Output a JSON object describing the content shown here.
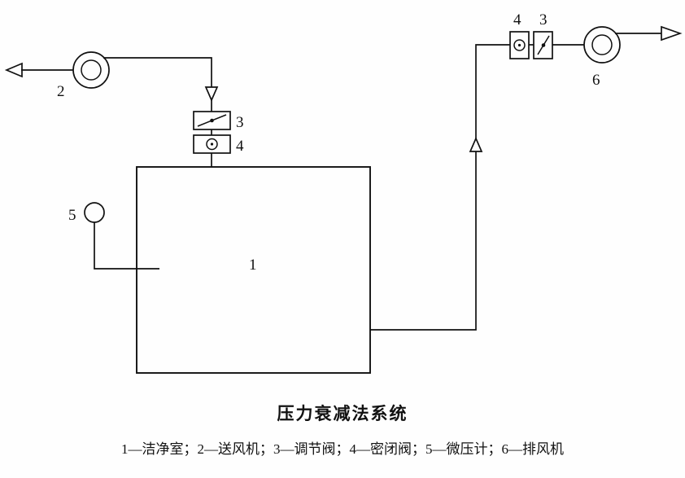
{
  "title": "压力衰减法系统",
  "caption": "1—洁净室；2—送风机；3—调节阀；4—密闭阀；5—微压计；6—排风机",
  "labels": {
    "cleanroom": "1",
    "supply_fan": "2",
    "regulating_valve_left": "3",
    "sealed_valve_left": "4",
    "micro_manometer": "5",
    "sealed_valve_right": "4",
    "regulating_valve_right": "3",
    "exhaust_fan": "6"
  },
  "colors": {
    "line": "#111111",
    "background": "#fefefe"
  }
}
